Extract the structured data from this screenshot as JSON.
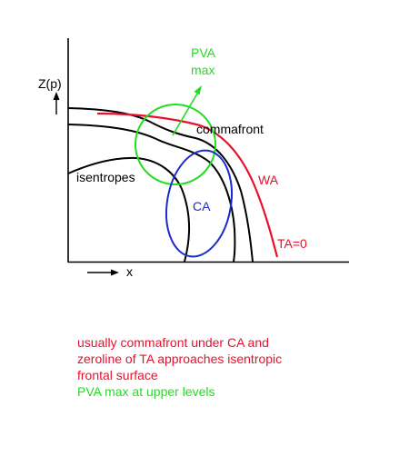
{
  "diagram": {
    "labels": {
      "z_axis": "Z(p)",
      "x_axis": "x",
      "pva_line1": "PVA",
      "pva_line2": "max",
      "commafront": "commafront",
      "isentropes": "isentropes",
      "ca": "CA",
      "wa": "WA",
      "ta_zero": "TA=0"
    },
    "colors": {
      "black": "#000000",
      "red": "#e8112d",
      "green": "#22dd22",
      "blue": "#1a2bd0"
    }
  },
  "caption": {
    "red_lines": [
      "usually commafront under CA and",
      "zeroline of TA approaches isentropic",
      "frontal surface"
    ],
    "green_line": "PVA max at upper levels"
  }
}
